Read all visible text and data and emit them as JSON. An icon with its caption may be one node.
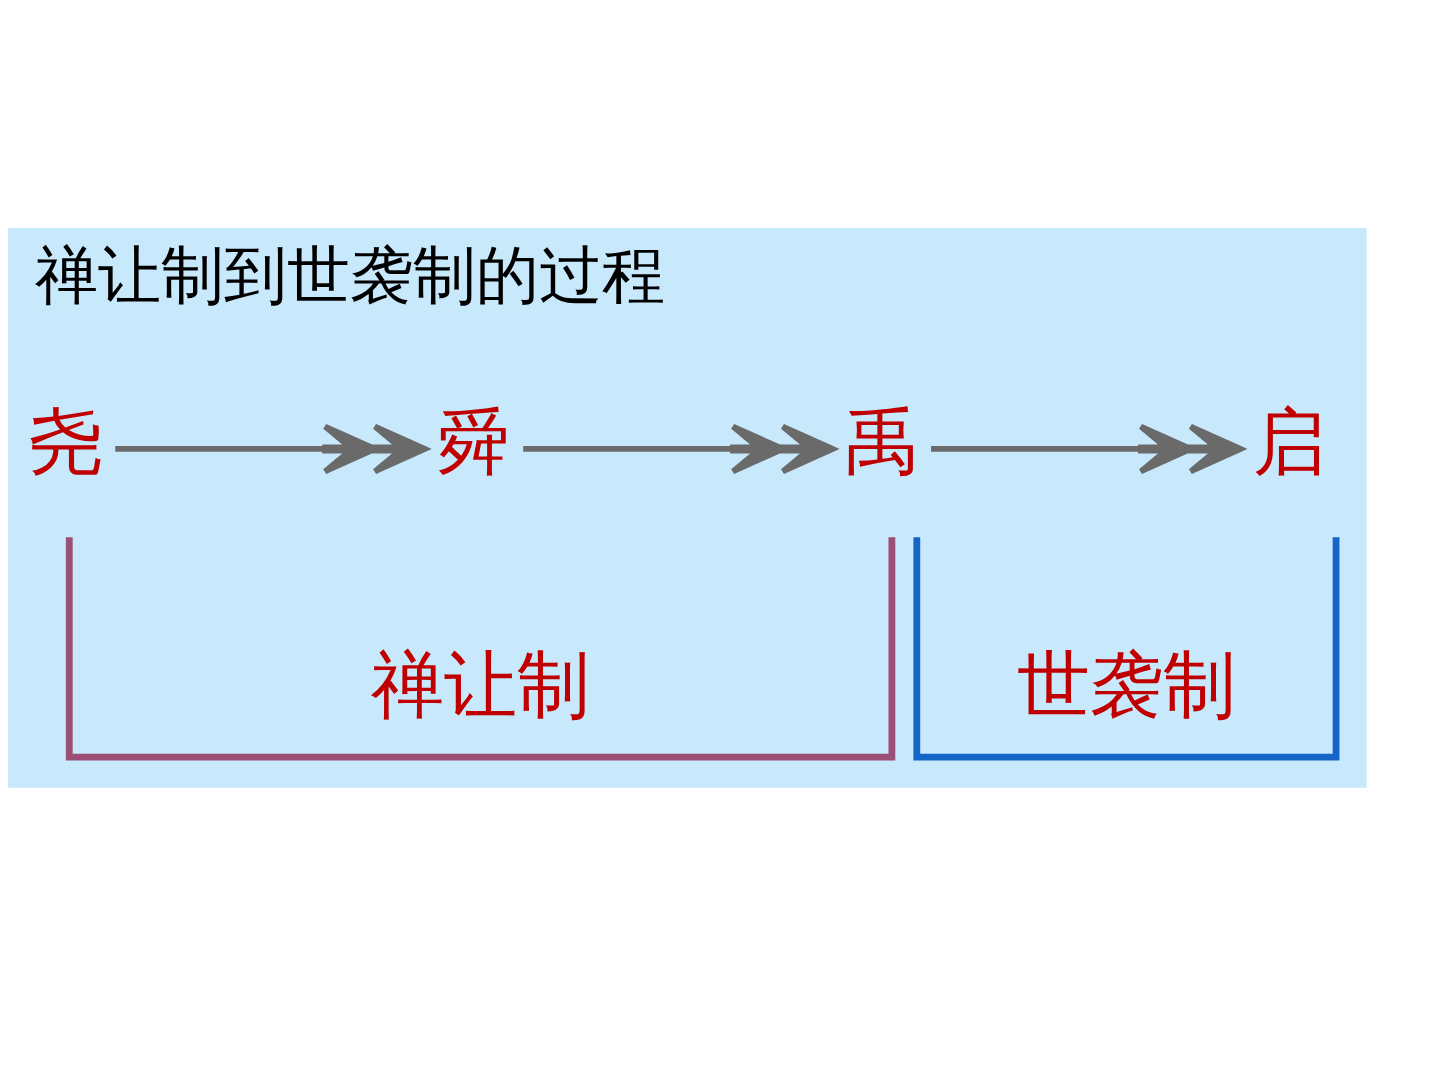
{
  "diagram": {
    "title": "禅让制到世袭制的过程",
    "nodes": [
      {
        "text": [
          "尧"
        ]
      },
      {
        "text": [
          "舜"
        ]
      },
      {
        "text": [
          "禹"
        ]
      },
      {
        "text": [
          "启"
        ]
      }
    ],
    "edges": [
      {
        "from": 0,
        "to": 1,
        "arrow": "to"
      },
      {
        "from": 1,
        "to": 2,
        "arrow": "to"
      },
      {
        "from": 2,
        "to": 3,
        "arrow": "to"
      }
    ],
    "labels": [
      "禅让制",
      "世袭制"
    ]
  }
}
